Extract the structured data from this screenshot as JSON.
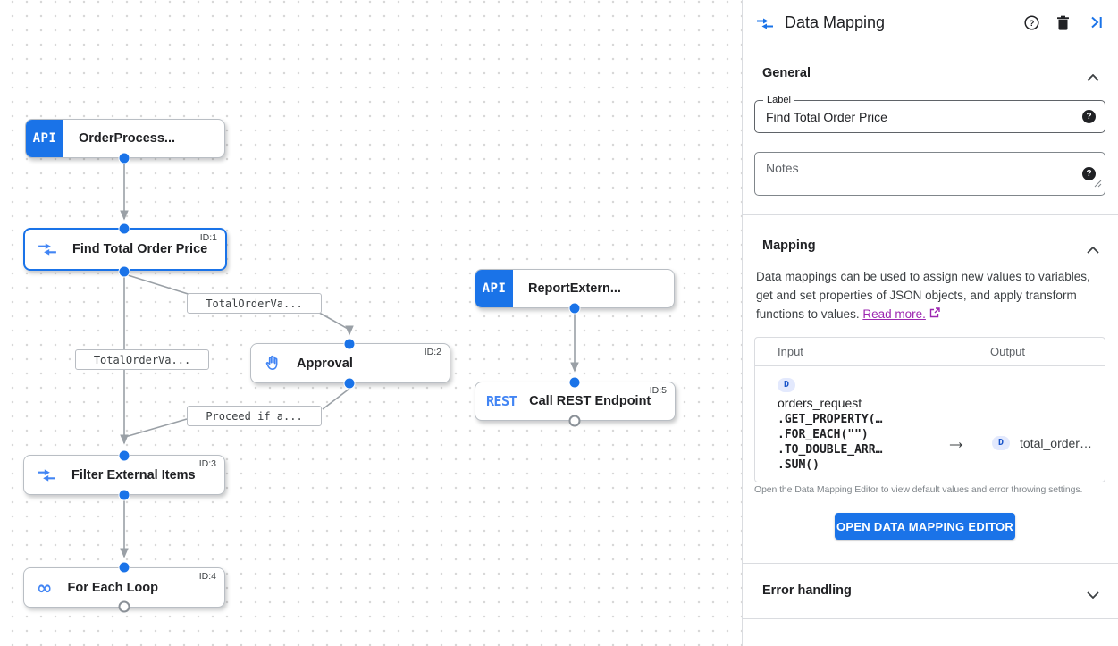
{
  "canvas": {
    "nodes": [
      {
        "label": "OrderProcess...",
        "badge": "API"
      },
      {
        "label": "Find Total Order Price",
        "id_tag": "ID:1"
      },
      {
        "label": "Approval",
        "id_tag": "ID:2"
      },
      {
        "label": "ReportExtern...",
        "badge": "API"
      },
      {
        "label": "Call REST Endpoint",
        "badge": "REST",
        "id_tag": "ID:5"
      },
      {
        "label": "Filter External Items",
        "id_tag": "ID:3"
      },
      {
        "label": "For Each Loop",
        "id_tag": "ID:4"
      }
    ],
    "edge_labels": [
      {
        "text": "TotalOrderVa..."
      },
      {
        "text": "TotalOrderVa..."
      },
      {
        "text": "Proceed if a..."
      }
    ],
    "loop_icon_glyph": "∞"
  },
  "panel": {
    "title": "Data Mapping",
    "general": {
      "heading": "General",
      "label_field": {
        "label": "Label",
        "value": "Find Total Order Price"
      },
      "notes_field": {
        "placeholder": "Notes"
      }
    },
    "mapping": {
      "heading": "Mapping",
      "description": "Data mappings can be used to assign new values to variables, get and set properties of JSON objects, and apply transform functions to values.",
      "read_more": "Read more.",
      "table": {
        "input_header": "Input",
        "output_header": "Output",
        "input_chip": "D",
        "input_var": "orders_request",
        "input_lines": [
          ".GET_PROPERTY(…",
          ".FOR_EACH(\"\")",
          ".TO_DOUBLE_ARR…",
          ".SUM()"
        ],
        "arrow": "→",
        "output_chip": "D",
        "output_var": "total_order…"
      },
      "hint": "Open the Data Mapping Editor to view default values and error throwing settings.",
      "button": "OPEN DATA MAPPING EDITOR"
    },
    "error_handling": {
      "heading": "Error handling"
    },
    "colors": {
      "accent": "#1a73e8",
      "icon_blue": "#4285f4",
      "link": "#9c27b0",
      "edge": "#9aa0a6"
    }
  }
}
